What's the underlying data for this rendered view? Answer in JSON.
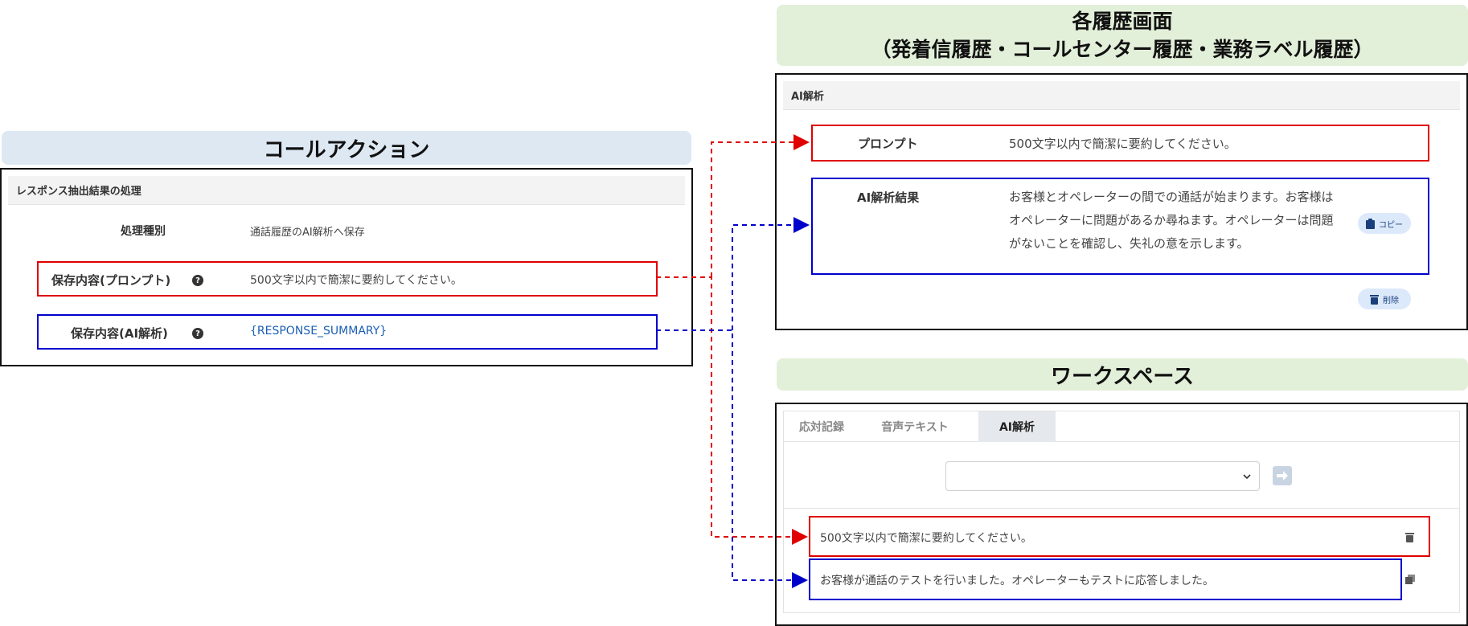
{
  "left": {
    "header": "コールアクション",
    "panel_title": "レスポンス抽出結果の処理",
    "rows": [
      {
        "label": "処理種別",
        "value": "通話履歴のAI解析へ保存"
      },
      {
        "label": "保存内容(プロンプト)",
        "value": "500文字以内で簡潔に要約してください。"
      },
      {
        "label": "保存内容(AI解析)",
        "value": "{RESPONSE_SUMMARY}"
      }
    ],
    "help_icon": "question-circle-icon"
  },
  "history": {
    "header_line1": "各履歴画面",
    "header_line2": "（発着信履歴・コールセンター履歴・業務ラベル履歴）",
    "panel_title": "AI解析",
    "prompt_label": "プロンプト",
    "prompt_value": "500文字以内で簡潔に要約してください。",
    "result_label": "AI解析結果",
    "result_lines": [
      "お客様とオペレーターの間での通話が始まります。お客様は",
      "オペレーターに問題があるか尋ねます。オペレーターは問題",
      "がないことを確認し、失礼の意を示します。"
    ],
    "copy_button": "コピー",
    "delete_button": "削除"
  },
  "workspace": {
    "header": "ワークスペース",
    "tabs": [
      "応対記録",
      "音声テキスト",
      "AI解析"
    ],
    "active_tab": "AI解析",
    "select_value": "",
    "entries": [
      "500文字以内で簡潔に要約してください。",
      "お客様が通話のテストを行いました。オペレーターもテストに応答しました。"
    ]
  },
  "colors": {
    "red": "#e00000",
    "blue": "#0000cc",
    "header_blue_bg": "#dde8f3",
    "header_green_bg": "#e2efd9",
    "link_blue": "#1a5fb4"
  }
}
